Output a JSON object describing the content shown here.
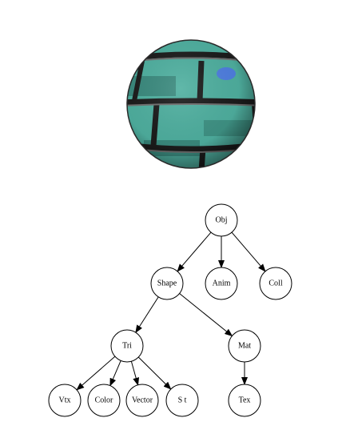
{
  "sphere": {
    "icon": "brick-textured-sphere",
    "colors": {
      "brick": "#4fb0a0",
      "brick_dark": "#3a8a7e",
      "mortar": "#1c1c1c",
      "mortar_light": "#6f6f6f",
      "highlight": "#4f7fe0"
    }
  },
  "tree": {
    "nodes": [
      {
        "id": "obj",
        "label": "Obj"
      },
      {
        "id": "shape",
        "label": "Shape"
      },
      {
        "id": "anim",
        "label": "Anim"
      },
      {
        "id": "coll",
        "label": "Coll"
      },
      {
        "id": "tri",
        "label": "Tri"
      },
      {
        "id": "mat",
        "label": "Mat"
      },
      {
        "id": "vtx",
        "label": "Vtx"
      },
      {
        "id": "color",
        "label": "Color"
      },
      {
        "id": "vector",
        "label": "Vector"
      },
      {
        "id": "st",
        "label": "S t"
      },
      {
        "id": "tex",
        "label": "Tex"
      }
    ],
    "edges": [
      {
        "from": "obj",
        "to": "shape"
      },
      {
        "from": "obj",
        "to": "anim"
      },
      {
        "from": "obj",
        "to": "coll"
      },
      {
        "from": "shape",
        "to": "tri"
      },
      {
        "from": "shape",
        "to": "mat"
      },
      {
        "from": "tri",
        "to": "vtx"
      },
      {
        "from": "tri",
        "to": "color"
      },
      {
        "from": "tri",
        "to": "vector"
      },
      {
        "from": "tri",
        "to": "st"
      },
      {
        "from": "mat",
        "to": "tex"
      }
    ]
  }
}
